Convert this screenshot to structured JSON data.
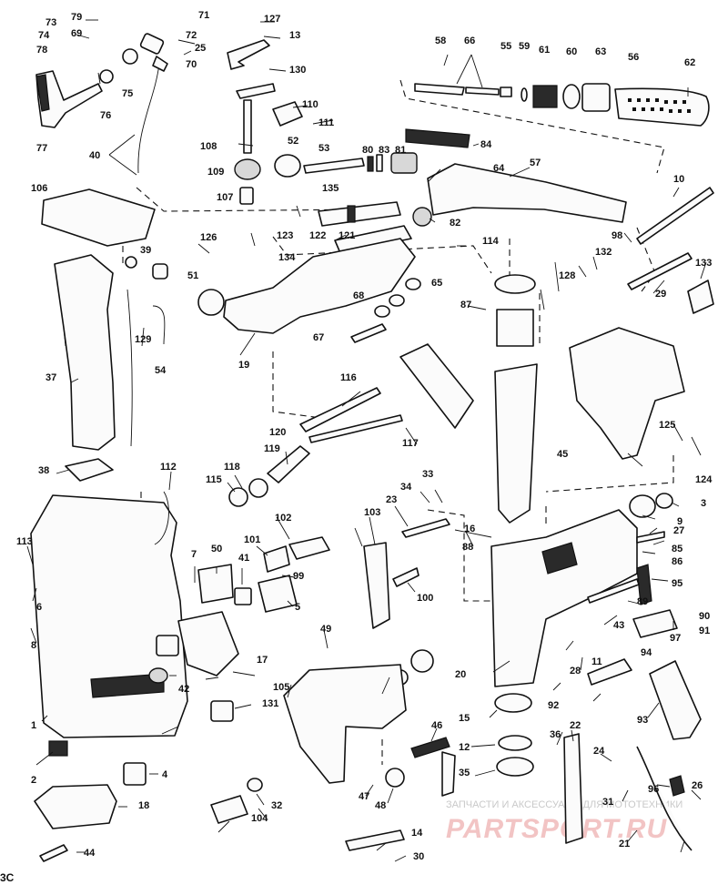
{
  "diagram": {
    "corner_code": "3C",
    "watermark": {
      "caption": "ЗАПЧАСТИ И АКСЕССУАРЫ ДЛЯ МОТОТЕХНИКИ",
      "brand": "PARTSPORT.RU"
    },
    "callouts": [
      "1",
      "2",
      "3",
      "4",
      "5",
      "6",
      "7",
      "8",
      "9",
      "10",
      "11",
      "12",
      "13",
      "14",
      "15",
      "16",
      "17",
      "18",
      "19",
      "20",
      "21",
      "22",
      "23",
      "24",
      "25",
      "26",
      "27",
      "28",
      "29",
      "30",
      "31",
      "32",
      "33",
      "34",
      "35",
      "36",
      "37",
      "38",
      "39",
      "40",
      "41",
      "42",
      "43",
      "44",
      "45",
      "46",
      "47",
      "48",
      "49",
      "50",
      "51",
      "52",
      "53",
      "54",
      "55",
      "56",
      "57",
      "58",
      "59",
      "60",
      "61",
      "62",
      "63",
      "64",
      "65",
      "66",
      "67",
      "68",
      "69",
      "70",
      "71",
      "72",
      "73",
      "74",
      "75",
      "76",
      "77",
      "78",
      "79",
      "80",
      "81",
      "82",
      "83",
      "84",
      "85",
      "86",
      "87",
      "88",
      "89",
      "90",
      "91",
      "92",
      "93",
      "94",
      "95",
      "96",
      "97",
      "98",
      "99",
      "100",
      "101",
      "102",
      "103",
      "104",
      "105",
      "106",
      "107",
      "108",
      "109",
      "110",
      "111",
      "112",
      "113",
      "114",
      "115",
      "116",
      "117",
      "118",
      "119",
      "120",
      "121",
      "122",
      "123",
      "124",
      "125",
      "126",
      "127",
      "128",
      "129",
      "130",
      "131",
      "132",
      "133",
      "134",
      "135"
    ]
  }
}
